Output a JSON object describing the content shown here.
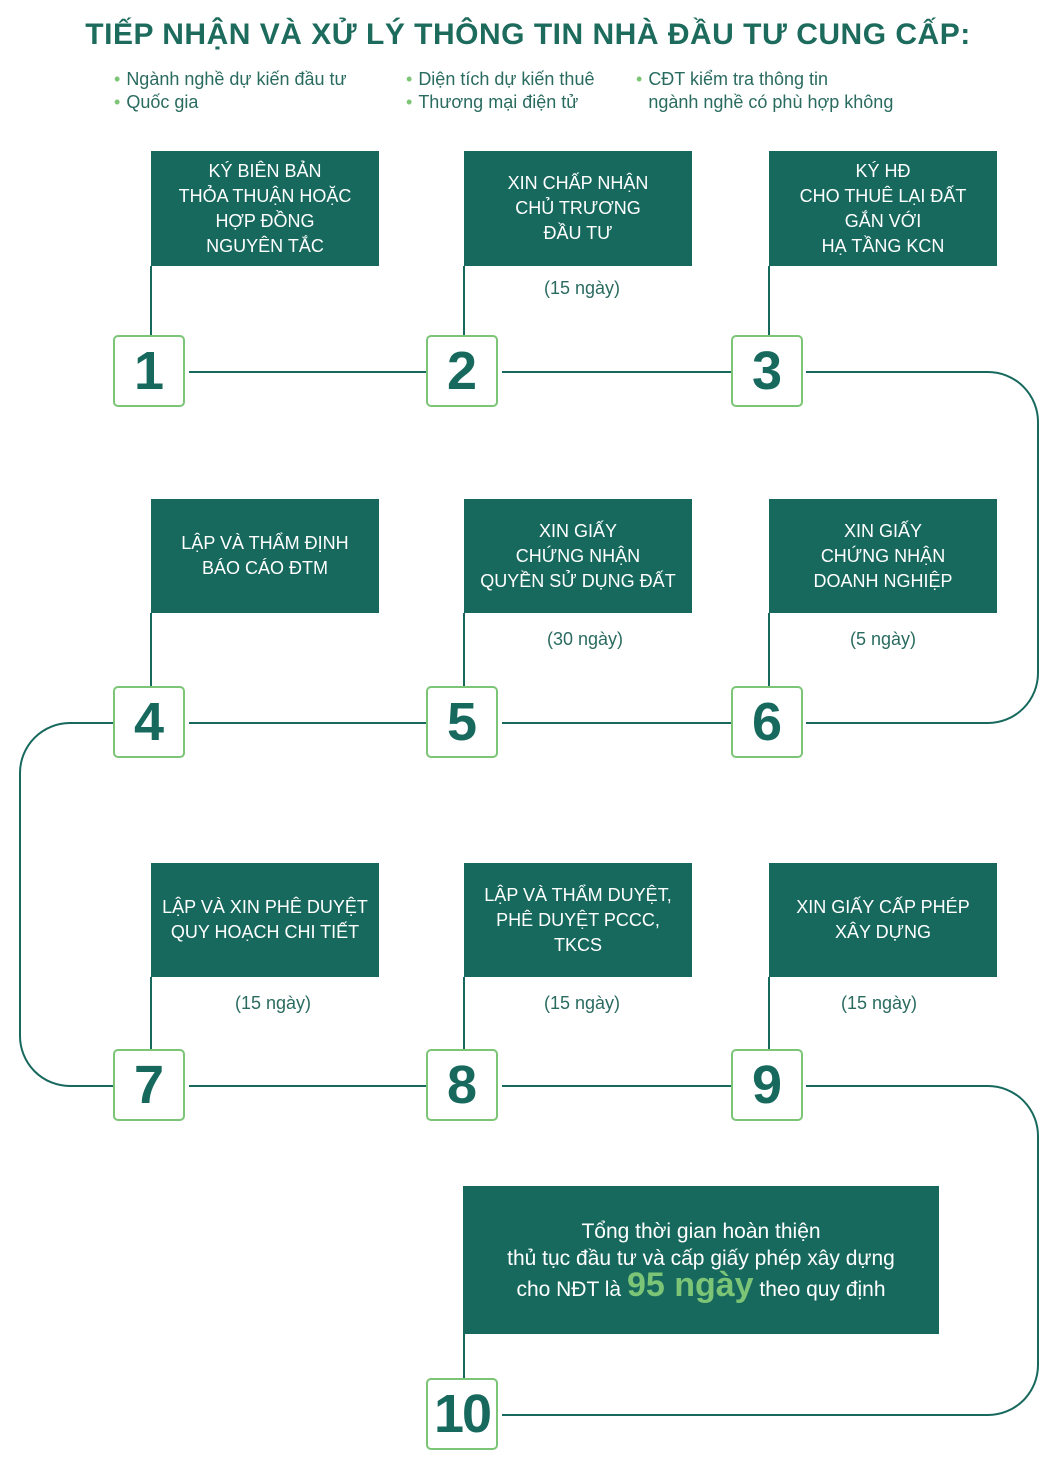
{
  "title": "TIẾP NHẬN VÀ XỬ LÝ THÔNG TIN NHÀ ĐẦU TƯ CUNG CẤP:",
  "bullets": {
    "col1": [
      "Ngành nghề dự kiến đầu tư",
      "Quốc gia"
    ],
    "col2": [
      "Diện tích dự kiến thuê",
      "Thương mại điện tử"
    ],
    "col3_line1": "CĐT kiểm tra thông tin",
    "col3_line2": "ngành nghề có phù hợp không"
  },
  "steps": [
    {
      "number": "1",
      "label": "KÝ BIÊN BẢN\nTHỎA THUẬN HOẶC\nHỢP ĐỒNG\nNGUYÊN TẮC",
      "days": ""
    },
    {
      "number": "2",
      "label": "XIN CHẤP NHẬN\nCHỦ TRƯƠNG\nĐẦU TƯ",
      "days": "(15 ngày)"
    },
    {
      "number": "3",
      "label": "KÝ HĐ\nCHO THUÊ LẠI ĐẤT\nGẮN VỚI\nHẠ TẦNG KCN",
      "days": ""
    },
    {
      "number": "4",
      "label": "LẬP VÀ THẨM ĐỊNH\nBÁO CÁO ĐTM",
      "days": ""
    },
    {
      "number": "5",
      "label": "XIN GIẤY\nCHỨNG NHẬN\nQUYỀN SỬ DỤNG ĐẤT",
      "days": "(30 ngày)"
    },
    {
      "number": "6",
      "label": "XIN GIẤY\nCHỨNG NHẬN\nDOANH NGHIỆP",
      "days": "(5 ngày)"
    },
    {
      "number": "7",
      "label": "LẬP VÀ XIN PHÊ DUYỆT\nQUY HOẠCH CHI TIẾT",
      "days": "(15 ngày)"
    },
    {
      "number": "8",
      "label": "LẬP VÀ THẨM DUYỆT,\nPHÊ DUYỆT PCCC,\nTKCS",
      "days": "(15 ngày)"
    },
    {
      "number": "9",
      "label": "XIN GIẤY CẤP PHÉP\nXÂY DỰNG",
      "days": "(15 ngày)"
    }
  ],
  "final": {
    "number": "10",
    "line1": "Tổng thời gian hoàn thiện",
    "line2": "thủ tục đầu tư và cấp giấy phép xây dựng",
    "line3_pre": "cho NĐT là",
    "highlight": "95 ngày",
    "line3_post": "theo quy định"
  },
  "colors": {
    "primary": "#17695e",
    "accent": "#7cc576",
    "text": "#2a6b60"
  }
}
